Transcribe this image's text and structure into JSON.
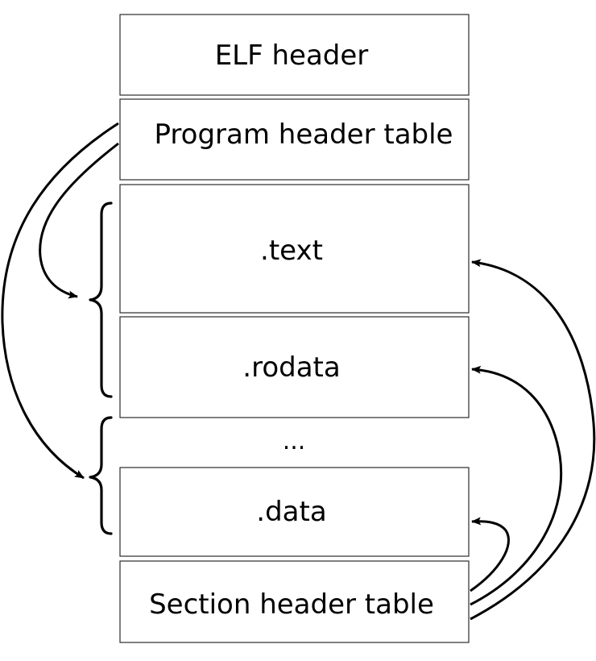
{
  "sections": {
    "elf_header": "ELF header",
    "program_header_table": "Program header table",
    "text": ".text",
    "rodata": ".rodata",
    "ellipsis": "...",
    "data": ".data",
    "section_header_table": "Section header table"
  },
  "colors": {
    "stroke": "#000000",
    "box_border": "#2b2b2b",
    "background": "#ffffff"
  }
}
